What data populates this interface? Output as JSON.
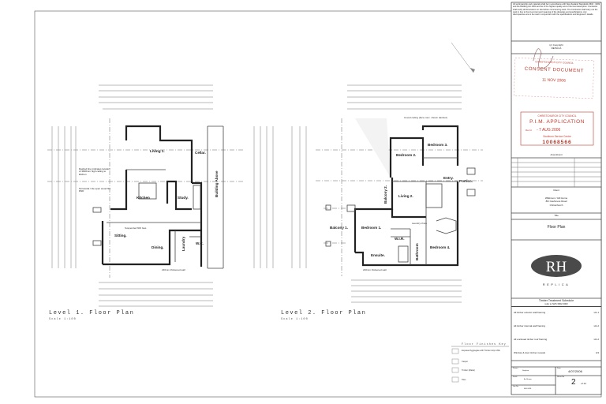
{
  "notes": "All workmanship and materials shall be in accordance with New Zealand Standards 3604 : 1999 and the Building Act 2004 and be of the highest quality and of the best description. Contractor shall verify all dimensions on site before commencing work. The Contractor shall carry out the work in line to the true intent and meaning of the drawings and specifications. Any discrepancies are to be read in conjunction with the specifications and Engineer's details.",
  "copyright": {
    "line1": "(c) Copyright",
    "line2": "REPLICA"
  },
  "stamp_consent": {
    "council": "CHRISTCHURCH CITY COUNCIL",
    "title": "CONSENT DOCUMENT",
    "date": "11 NOV 2006",
    "color": "#c0392b"
  },
  "stamp_pim": {
    "council": "CHRISTCHURCH CITY COUNCIL",
    "title": "P.I.M. APPLICATION",
    "recd": "Rec'd",
    "date": "- 7 AUG 2006",
    "centre": "Sockburn Service Centre",
    "number": "10068566",
    "color": "#c0392b"
  },
  "amendments_label": "Amendment",
  "client": {
    "label": "Client",
    "line1": "Wilkinson / Hill Home",
    "line2": "8th Cashmere Road",
    "line3": "Christchurch"
  },
  "title": {
    "label": "Title",
    "value": "Floor Plan"
  },
  "logo": {
    "mark": "RH",
    "name": "REPLICA"
  },
  "timber": {
    "heading": "Timber Treatment Schedule",
    "ref": "refer to NZS 3602:2003",
    "rows": [
      {
        "item": "All timber exterior wall framing",
        "grade": "H1.1"
      },
      {
        "item": "All timber internal wall framing",
        "grade": "H1.2"
      },
      {
        "item": "All enclosed timber roof framing",
        "grade": "H1.2"
      },
      {
        "item": "Window & door timber reveals",
        "grade": "H3"
      }
    ]
  },
  "footer": {
    "drawn_label": "Drawn",
    "drawn": "Stephen",
    "date_label": "Date",
    "date": "4/07/2006",
    "scale_label": "Scale",
    "scale": "As Shown",
    "sheet_label": "Sheet No",
    "sheet": "2",
    "of": "of 14",
    "job_label": "Job No",
    "job": "606-1036"
  },
  "finishes": {
    "heading": "Floor Finishes Key",
    "items": [
      "Exposed Aggregate with Timber strip infills",
      "Carpet",
      "Timber (Matai)",
      "Tiles"
    ]
  },
  "level1": {
    "title": "Level 1. Floor Plan",
    "scale": "Scale 1:100",
    "rooms": {
      "living": "Living 1.",
      "cellar": "Cellar.",
      "kitchen": "Kitchen",
      "study": "Study.",
      "sitting": "Sitting.",
      "dining": "Dining.",
      "laundry": "Laundry",
      "wc": "W.C.",
      "building_above": "Building Above"
    },
    "notes": {
      "ceiling": "Dashed line indicates location of 3600mm high ceiling to kitchen",
      "fire": "Terracotta / tile open wood fire RSD",
      "gas": "Suspended 600 Gas",
      "wall": "230mm thickened wall"
    }
  },
  "level2": {
    "title": "Level 2. Floor Plan",
    "scale": "Scale 1:100",
    "rooms": {
      "bed3": "Bedroom 3.",
      "bed2": "Bedroom 2.",
      "entry": "Entry.",
      "portico": "Portico.",
      "balcony2": "Balcony 2.",
      "living": "Living 2.",
      "balcony1": "Balcony 1.",
      "bed1": "Bedroom 1.",
      "chute": "Laundry chute",
      "wir": "W.I.R.",
      "ensuite": "Ensuite.",
      "bathroom": "Bathroom",
      "bed4": "Bedroom 4."
    },
    "notes": {
      "coved": "Coved ceiling (face conc. shown dashed)",
      "wall": "230mm thickened wall"
    }
  }
}
